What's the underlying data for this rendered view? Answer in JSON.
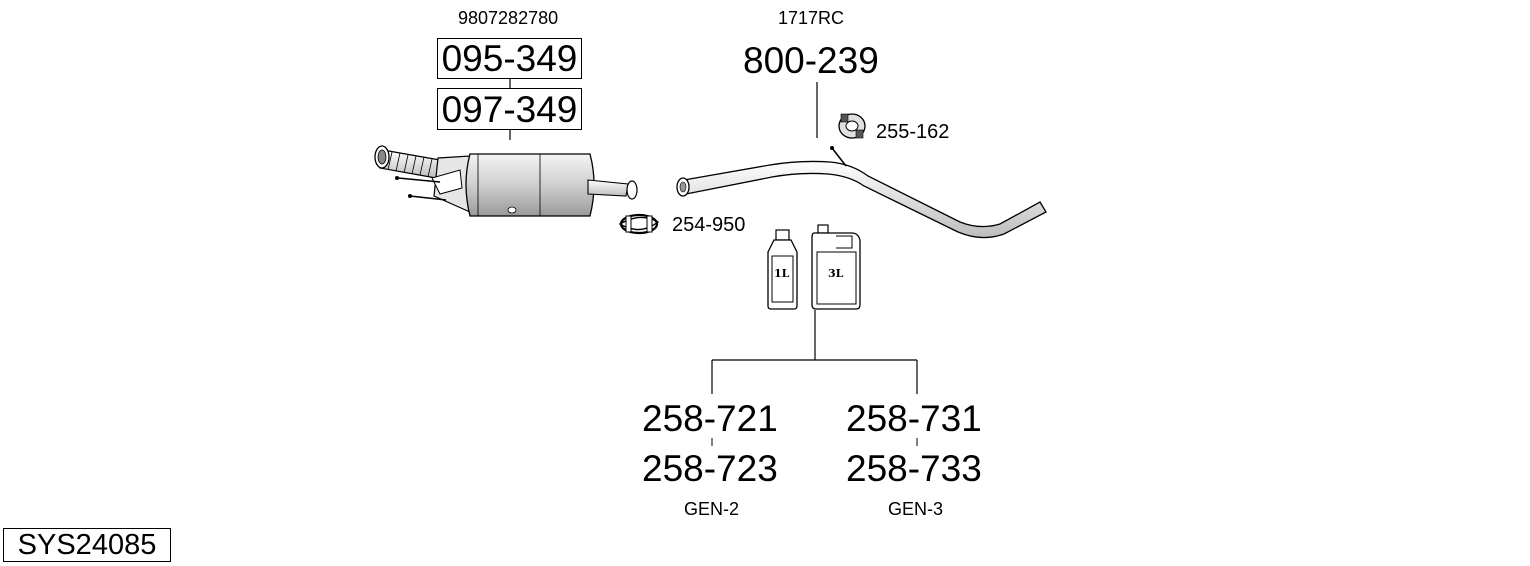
{
  "system_code": "SYS24085",
  "filter_group": {
    "oe_number": "9807282780",
    "part_a": "095-349",
    "part_b": "097-349"
  },
  "pipe_group": {
    "oe_number": "1717RC",
    "part": "800-239"
  },
  "hanger": {
    "part": "255-162"
  },
  "clamp": {
    "part": "254-950"
  },
  "fluid_bottles": {
    "small_label": "1L",
    "large_label": "3L"
  },
  "additives": [
    {
      "top": "258-721",
      "bottom": "258-723",
      "gen": "GEN-2"
    },
    {
      "top": "258-731",
      "bottom": "258-733",
      "gen": "GEN-3"
    }
  ],
  "colors": {
    "line": "#000000",
    "part_fill": "#ffffff",
    "shade": "#d8d8d8"
  }
}
